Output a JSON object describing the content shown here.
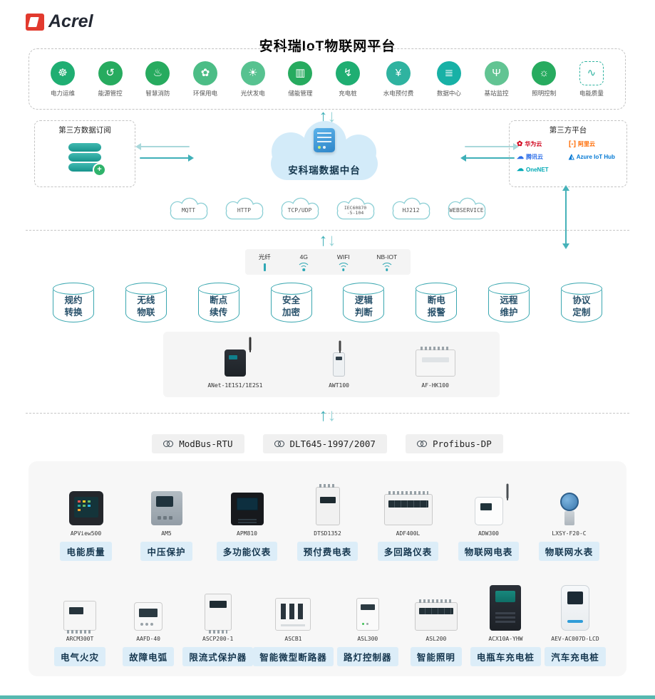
{
  "brand": {
    "name": "Acrel"
  },
  "title": "安科瑞IoT物联网平台",
  "colors": {
    "brand_red": "#e23a2e",
    "accent_teal": "#3fb0b8",
    "icon_green": "#2fae6e",
    "cloud_blue": "#d3ebf9",
    "category_label_bg": "#dcedf8",
    "category_label_text": "#16374f"
  },
  "platform_apps": [
    {
      "label": "电力运维",
      "icon": "power-ops-icon",
      "glyph": "☸",
      "color": "#1fae72"
    },
    {
      "label": "能源管控",
      "icon": "energy-management-icon",
      "glyph": "↺",
      "color": "#27ab5f"
    },
    {
      "label": "智慧消防",
      "icon": "smart-fire-icon",
      "glyph": "♨",
      "color": "#27ab5f"
    },
    {
      "label": "环保用电",
      "icon": "eco-power-icon",
      "glyph": "✿",
      "color": "#4cbd86"
    },
    {
      "label": "光伏发电",
      "icon": "solar-pv-icon",
      "glyph": "☀",
      "color": "#57c290"
    },
    {
      "label": "储能管理",
      "icon": "energy-storage-icon",
      "glyph": "▥",
      "color": "#27ab5f"
    },
    {
      "label": "充电桩",
      "icon": "charging-pile-icon",
      "glyph": "↯",
      "color": "#1fae72"
    },
    {
      "label": "水电预付费",
      "icon": "prepaid-utility-icon",
      "glyph": "¥",
      "color": "#2fb3a0"
    },
    {
      "label": "数据中心",
      "icon": "data-center-icon",
      "glyph": "≣",
      "color": "#18b1a6"
    },
    {
      "label": "基站监控",
      "icon": "base-station-icon",
      "glyph": "Ψ",
      "color": "#62c493"
    },
    {
      "label": "照明控制",
      "icon": "lighting-control-icon",
      "glyph": "☼",
      "color": "#27ab5f"
    },
    {
      "label": "电能质量",
      "icon": "power-quality-icon",
      "glyph": "∿",
      "color": "#2fb3a0",
      "variant": "outline"
    }
  ],
  "data_subscription_box": {
    "title": "第三方数据订阅",
    "icon": "database-plus-icon"
  },
  "data_center_cloud": {
    "title": "安科瑞数据中台",
    "icon": "cloud-server-icon"
  },
  "third_party_box": {
    "title": "第三方平台",
    "providers": [
      {
        "name": "华为云",
        "glyph": "✿",
        "color": "#d0021b",
        "icon": "huawei-cloud-icon"
      },
      {
        "name": "阿里云",
        "glyph": "[-]",
        "color": "#ff6a00",
        "icon": "alibaba-cloud-icon"
      },
      {
        "name": "腾讯云",
        "glyph": "☁",
        "color": "#2b6de8",
        "icon": "tencent-cloud-icon"
      },
      {
        "name": "Azure IoT Hub",
        "glyph": "◭",
        "color": "#0078d4",
        "icon": "azure-iot-hub-icon"
      },
      {
        "name": "OneNET",
        "glyph": "☁",
        "color": "#00a9b5",
        "icon": "onenet-icon"
      }
    ]
  },
  "protocol_clouds": [
    {
      "lines": [
        "MQTT"
      ]
    },
    {
      "lines": [
        "HTTP"
      ]
    },
    {
      "lines": [
        "TCP/UDP"
      ]
    },
    {
      "lines": [
        "IEC60870",
        "-5-104"
      ]
    },
    {
      "lines": [
        "HJ212"
      ]
    },
    {
      "lines": [
        "WEBSERVICE"
      ]
    }
  ],
  "connectivity": [
    {
      "label": "光纤",
      "icon": "fiber-icon"
    },
    {
      "label": "4G",
      "icon": "wifi-icon"
    },
    {
      "label": "WIFI",
      "icon": "wifi-icon"
    },
    {
      "label": "NB-IOT",
      "icon": "wifi-icon"
    }
  ],
  "features": [
    [
      "规约",
      "转换"
    ],
    [
      "无线",
      "物联"
    ],
    [
      "断点",
      "续传"
    ],
    [
      "安全",
      "加密"
    ],
    [
      "逻辑",
      "判断"
    ],
    [
      "断电",
      "报警"
    ],
    [
      "远程",
      "维护"
    ],
    [
      "协议",
      "定制"
    ]
  ],
  "gateways": [
    {
      "model": "ANet-1E1S1/1E2S1",
      "shape": "anet"
    },
    {
      "model": "AWT100",
      "shape": "awt"
    },
    {
      "model": "AF-HK100",
      "shape": "afhk"
    }
  ],
  "field_protocols": [
    {
      "label": "ModBus-RTU"
    },
    {
      "label": "DLT645-1997/2007"
    },
    {
      "label": "Profibus-DP"
    }
  ],
  "device_rows": [
    [
      {
        "model": "APView500",
        "label": "电能质量",
        "shape": "apview"
      },
      {
        "model": "AM5",
        "label": "中压保护",
        "shape": "am5"
      },
      {
        "model": "APM810",
        "label": "多功能仪表",
        "shape": "apm810"
      },
      {
        "model": "DTSD1352",
        "label": "预付费电表",
        "shape": "dtsd"
      },
      {
        "model": "ADF400L",
        "label": "多回路仪表",
        "shape": "adf"
      },
      {
        "model": "ADW300",
        "label": "物联网电表",
        "shape": "adw"
      },
      {
        "model": "LXSY-F20-C",
        "label": "物联网水表",
        "shape": "water"
      }
    ],
    [
      {
        "model": "ARCM300T",
        "label": "电气火灾",
        "shape": "arcm"
      },
      {
        "model": "AAFD-40",
        "label": "故障电弧",
        "shape": "aafd"
      },
      {
        "model": "ASCP200-1",
        "label": "限流式保护器",
        "shape": "ascp"
      },
      {
        "model": "ASCB1",
        "label": "智能微型断路器",
        "shape": "ascb"
      },
      {
        "model": "ASL300",
        "label": "路灯控制器",
        "shape": "asl300"
      },
      {
        "model": "ASL200",
        "label": "智能照明",
        "shape": "asl200"
      },
      {
        "model": "ACX10A-YHW",
        "label": "电瓶车充电桩",
        "shape": "acx"
      },
      {
        "model": "AEV-AC007D-LCD",
        "label": "汽车充电桩",
        "shape": "aev"
      }
    ]
  ]
}
